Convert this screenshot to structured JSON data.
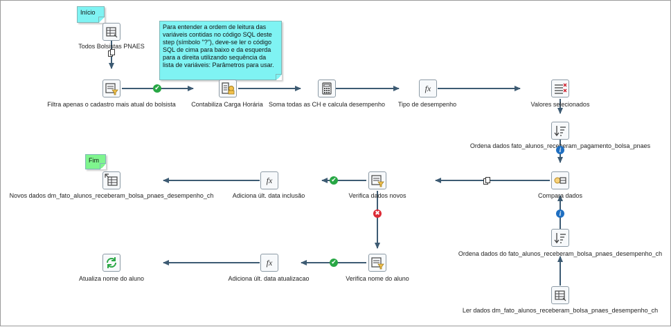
{
  "notes": {
    "inicio": "Início",
    "fim": "Fim",
    "description": "Para entender a ordem de leitura das\nvariáveis contidas no código SQL deste\nstep (símbolo \"?\"), deve-se ler o código\nSQL de cima para baixo e da esquerda\npara a direita utilizando sequência da\nlista de variáveis: Parâmetros para usar."
  },
  "steps": {
    "todos_bolsistas": {
      "label": "Todos Bolsistas PNAES",
      "icon": "table-input-icon"
    },
    "filtra": {
      "label": "Filtra apenas o cadastro mais atual do bolsista",
      "icon": "filter-rows-icon"
    },
    "contabiliza": {
      "label": "Contabiliza Carga Horária",
      "icon": "database-lookup-icon"
    },
    "soma": {
      "label": "Soma todas as CH e calcula desempenho",
      "icon": "calculator-icon"
    },
    "tipo": {
      "label": "Tipo de desempenho",
      "icon": "formula-icon"
    },
    "valores": {
      "label": "Valores selecionados",
      "icon": "select-values-icon"
    },
    "ordena_pag": {
      "label": "Ordena dados fato_alunos_receberam_pagamento_bolsa_pnaes",
      "icon": "sort-rows-icon"
    },
    "compara": {
      "label": "Compara dados",
      "icon": "merge-rows-icon"
    },
    "ordena_desemp": {
      "label": "Ordena dados do fato_alunos_receberam_bolsa_pnaes_desempenho_ch",
      "icon": "sort-rows-icon"
    },
    "ler_dados": {
      "label": "Ler dados dm_fato_alunos_receberam_bolsa_pnaes_desempenho_ch",
      "icon": "table-input-icon"
    },
    "verifica_novos": {
      "label": "Verifica dados novos",
      "icon": "filter-rows-icon"
    },
    "adiciona_inclusao": {
      "label": "Adiciona últ. data inclusão",
      "icon": "formula-icon"
    },
    "novos_dados": {
      "label": "Novos dados dm_fato_alunos_receberam_bolsa_pnaes_desempenho_ch",
      "icon": "table-output-icon"
    },
    "verifica_nome": {
      "label": "Verifica nome do aluno",
      "icon": "filter-rows-icon"
    },
    "adiciona_atualizacao": {
      "label": "Adiciona últ. data atualizacao",
      "icon": "formula-icon"
    },
    "atualiza_nome": {
      "label": "Atualiza nome do aluno",
      "icon": "update-icon"
    }
  },
  "hop_badges": {
    "ok": "✔",
    "err": "✖",
    "info": "i"
  },
  "colors": {
    "hop": "#3d5b73",
    "note_cyan": "#7ff3f3",
    "note_green": "#7ff58e",
    "ok": "#28a745",
    "error": "#dc2b36",
    "info": "#1f6fc1"
  }
}
